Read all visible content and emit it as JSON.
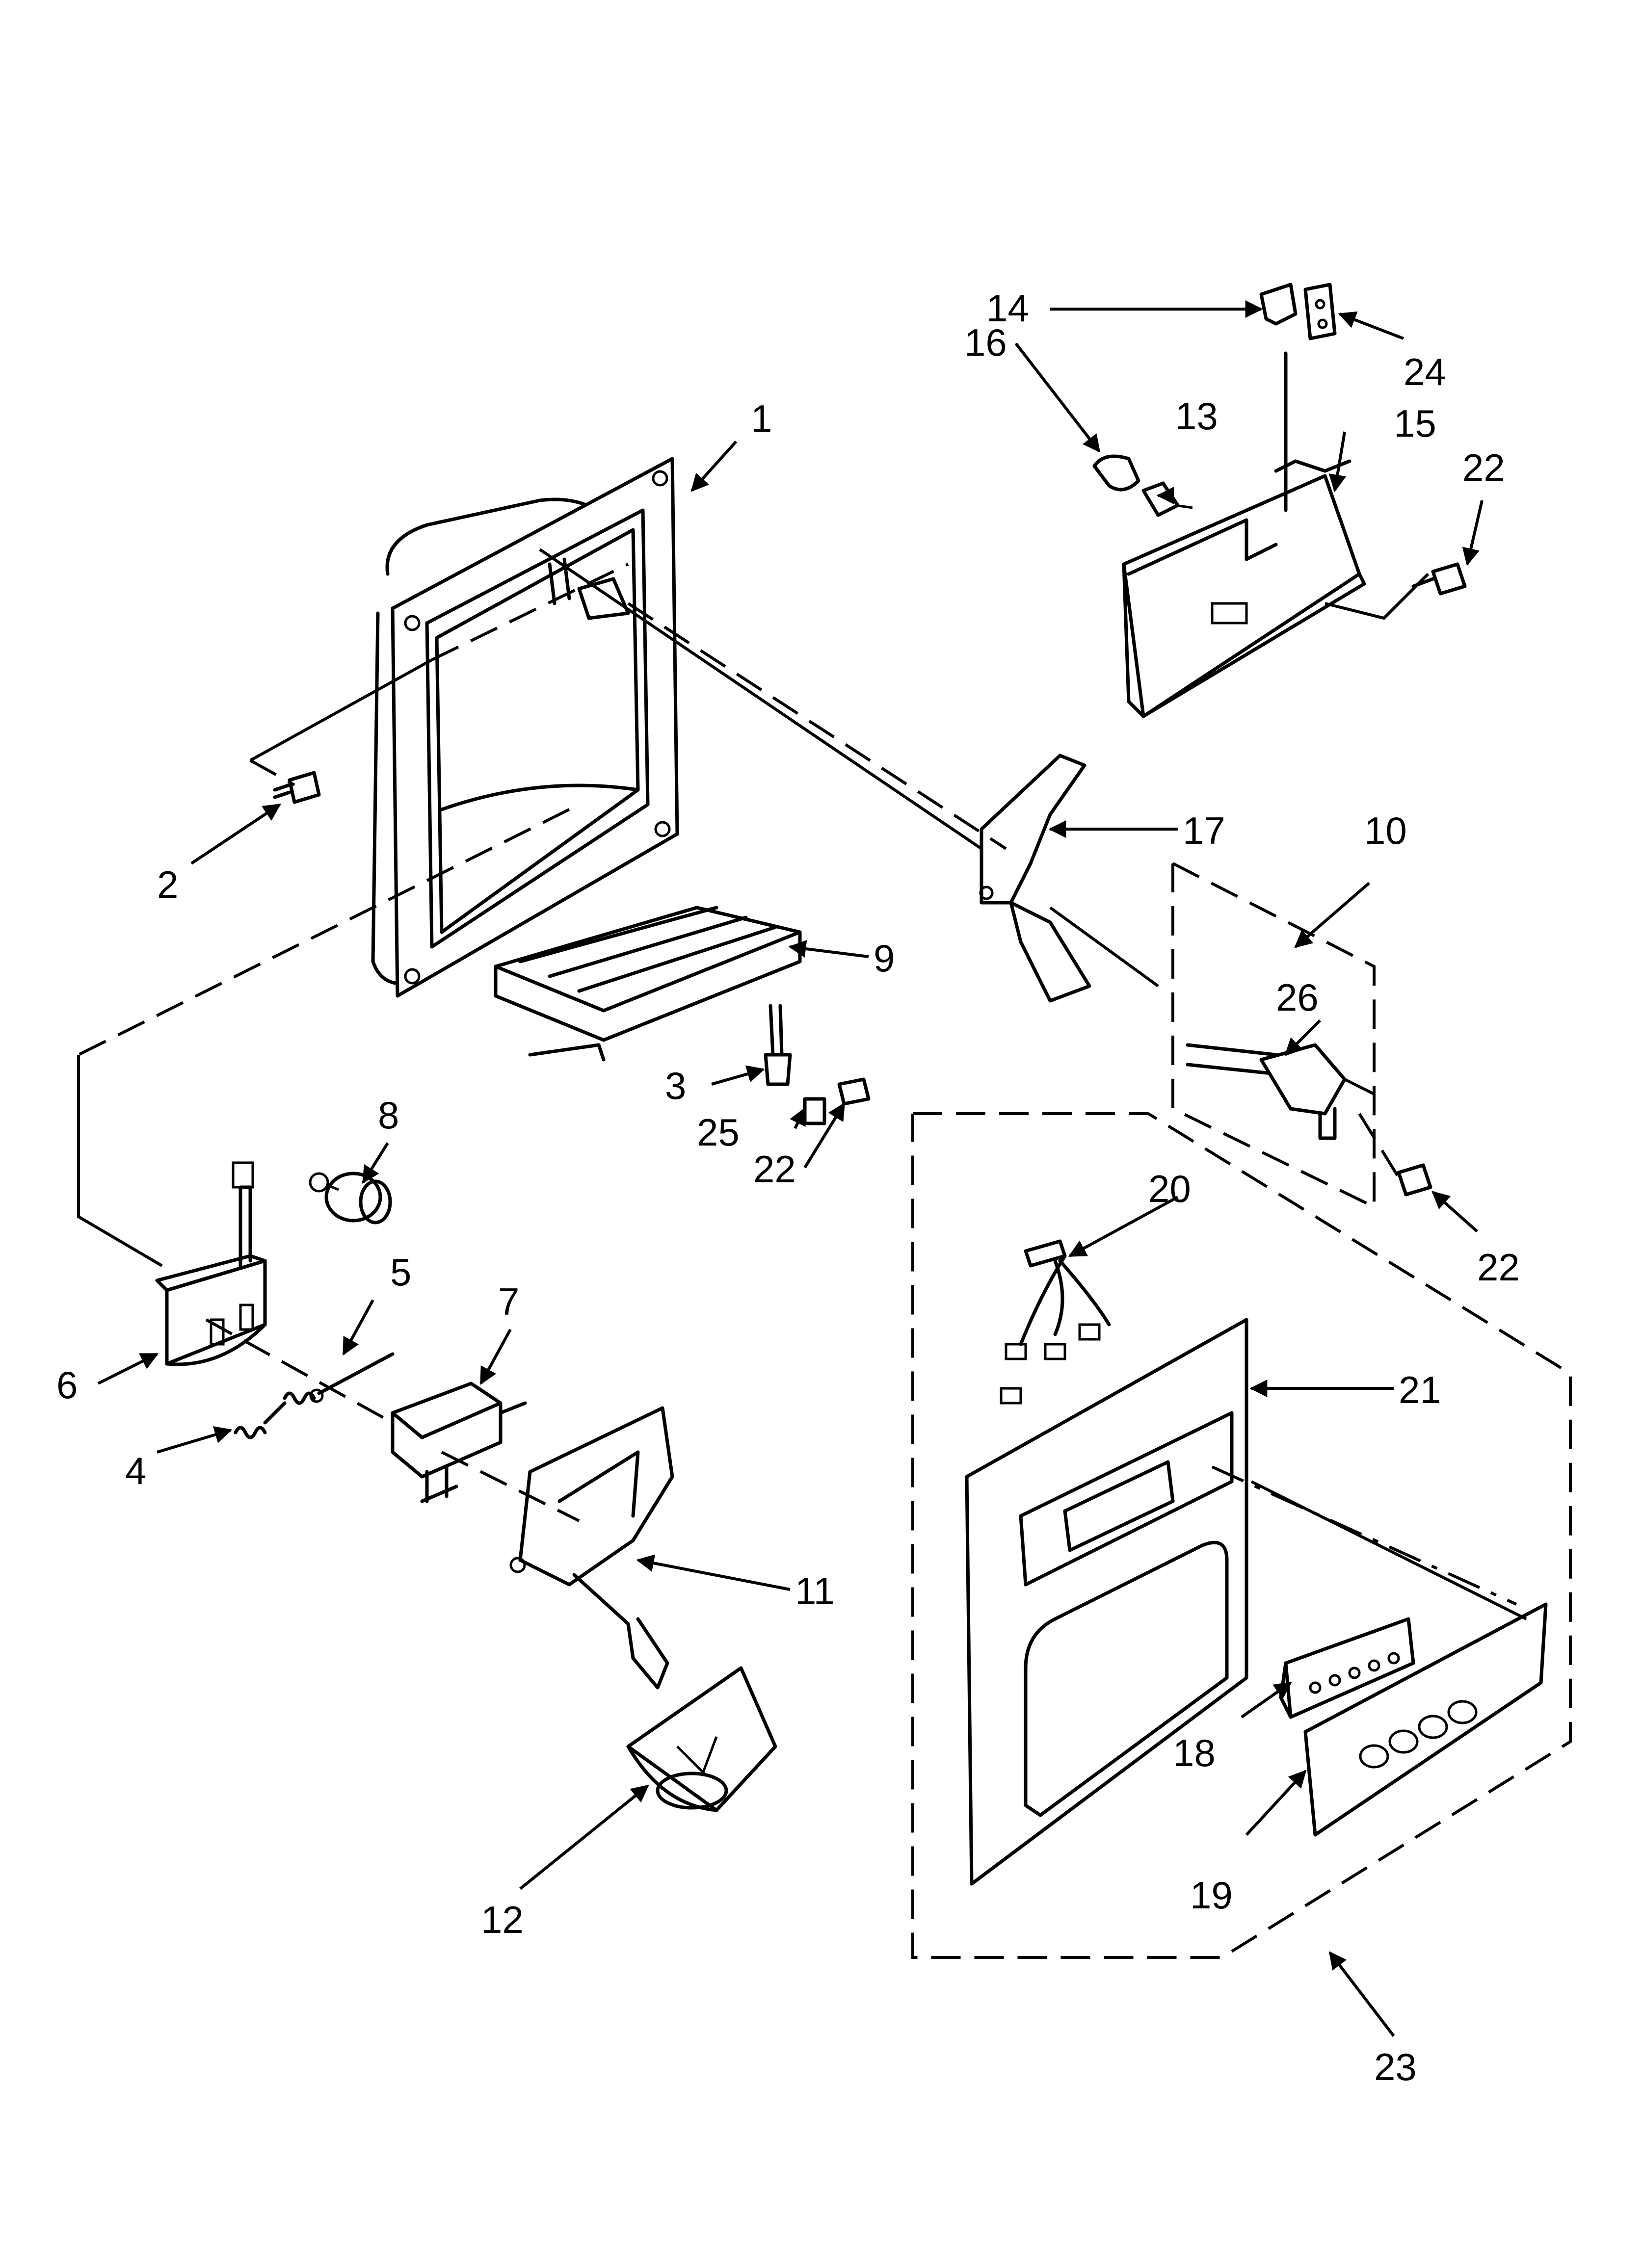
{
  "callouts": [
    {
      "id": "c1",
      "text": "1"
    },
    {
      "id": "c2",
      "text": "2"
    },
    {
      "id": "c3",
      "text": "3"
    },
    {
      "id": "c4",
      "text": "4"
    },
    {
      "id": "c5",
      "text": "5"
    },
    {
      "id": "c6",
      "text": "6"
    },
    {
      "id": "c7",
      "text": "7"
    },
    {
      "id": "c8",
      "text": "8"
    },
    {
      "id": "c9",
      "text": "9"
    },
    {
      "id": "c10",
      "text": "10"
    },
    {
      "id": "c11",
      "text": "11"
    },
    {
      "id": "c12",
      "text": "12"
    },
    {
      "id": "c13",
      "text": "13"
    },
    {
      "id": "c14",
      "text": "14"
    },
    {
      "id": "c15",
      "text": "15"
    },
    {
      "id": "c16",
      "text": "16"
    },
    {
      "id": "c17",
      "text": "17"
    },
    {
      "id": "c18",
      "text": "18"
    },
    {
      "id": "c19",
      "text": "19"
    },
    {
      "id": "c20",
      "text": "20"
    },
    {
      "id": "c21",
      "text": "21"
    },
    {
      "id": "c22a",
      "text": "22"
    },
    {
      "id": "c22b",
      "text": "22"
    },
    {
      "id": "c22c",
      "text": "22"
    },
    {
      "id": "c23",
      "text": "23"
    },
    {
      "id": "c24",
      "text": "24"
    },
    {
      "id": "c25",
      "text": "25"
    },
    {
      "id": "c26",
      "text": "26"
    }
  ]
}
